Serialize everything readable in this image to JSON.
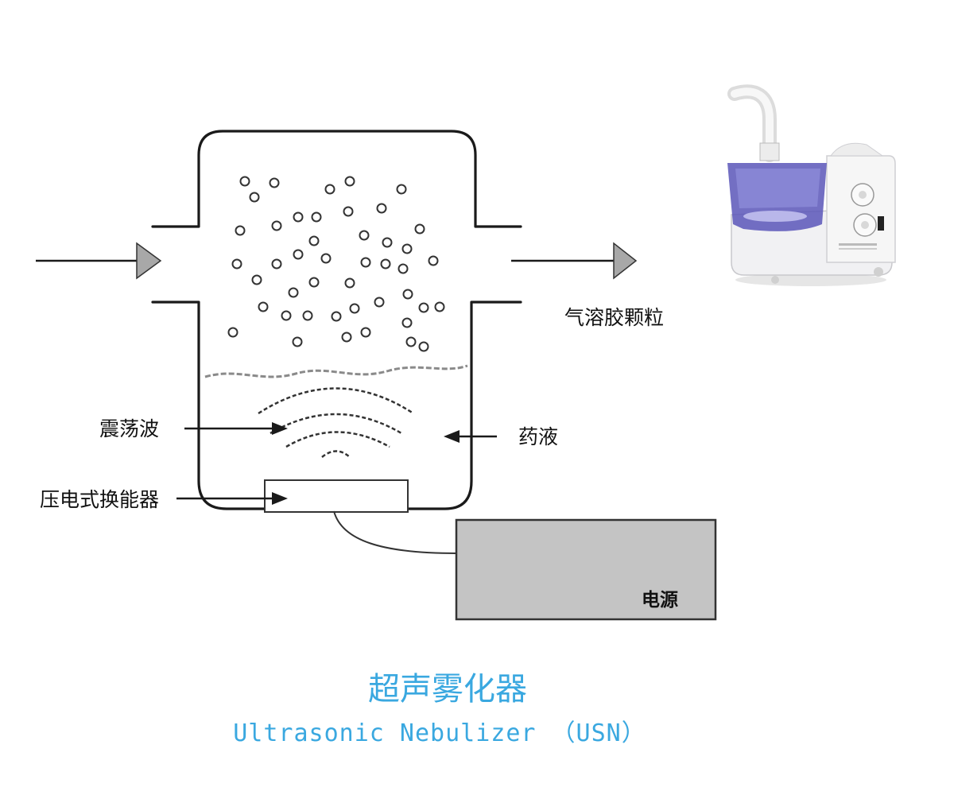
{
  "labels": {
    "aerosol_particles": "气溶胶颗粒",
    "oscillation_wave": "震荡波",
    "medicine_liquid": "药液",
    "piezo_transducer": "压电式换能器",
    "power_supply": "电源"
  },
  "caption": {
    "title_cn": "超声雾化器",
    "title_en": "Ultrasonic Nebulizer （USN）"
  },
  "colors": {
    "caption": "#3aa8e0",
    "outline": "#1a1a1a",
    "power_box_fill": "#c4c4c4",
    "arrowhead_fill": "#a8a8a8",
    "device_body": "#f1f1f3",
    "device_cup": "#5a56b8"
  },
  "icons": {
    "device_photo": "ultrasonic-nebulizer-device-icon"
  }
}
